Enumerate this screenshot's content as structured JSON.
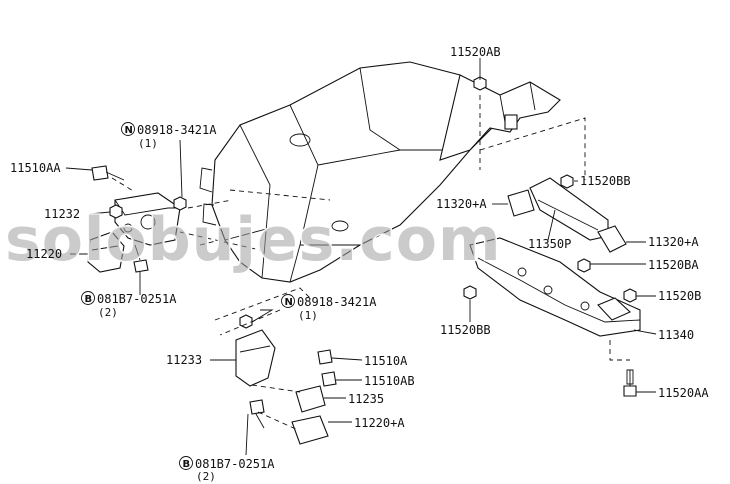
{
  "watermark": "solobujes.com",
  "labels": {
    "p11520AB": "11520AB",
    "n08918_top": "08918-3421A",
    "n08918_top_qty": "(1)",
    "p11510AA": "11510AA",
    "p11232": "11232",
    "p11220": "11220",
    "b081B7_top": "081B7-0251A",
    "b081B7_top_qty": "(2)",
    "p11520BB_upper": "11520BB",
    "p11320A_left": "11320+A",
    "p11350P": "11350P",
    "p11320A_right": "11320+A",
    "p11520BA": "11520BA",
    "n08918_mid": "08918-3421A",
    "n08918_mid_qty": "(1)",
    "p11520B": "11520B",
    "p11520BB_lower": "11520BB",
    "p11340": "11340",
    "p11233": "11233",
    "p11510A": "11510A",
    "p11510AB": "11510AB",
    "p11235": "11235",
    "p11220A": "11220+A",
    "p11520AA": "11520AA",
    "b081B7_bot": "081B7-0251A",
    "b081B7_bot_qty": "(2)",
    "circle_n": "N",
    "circle_b": "B"
  }
}
